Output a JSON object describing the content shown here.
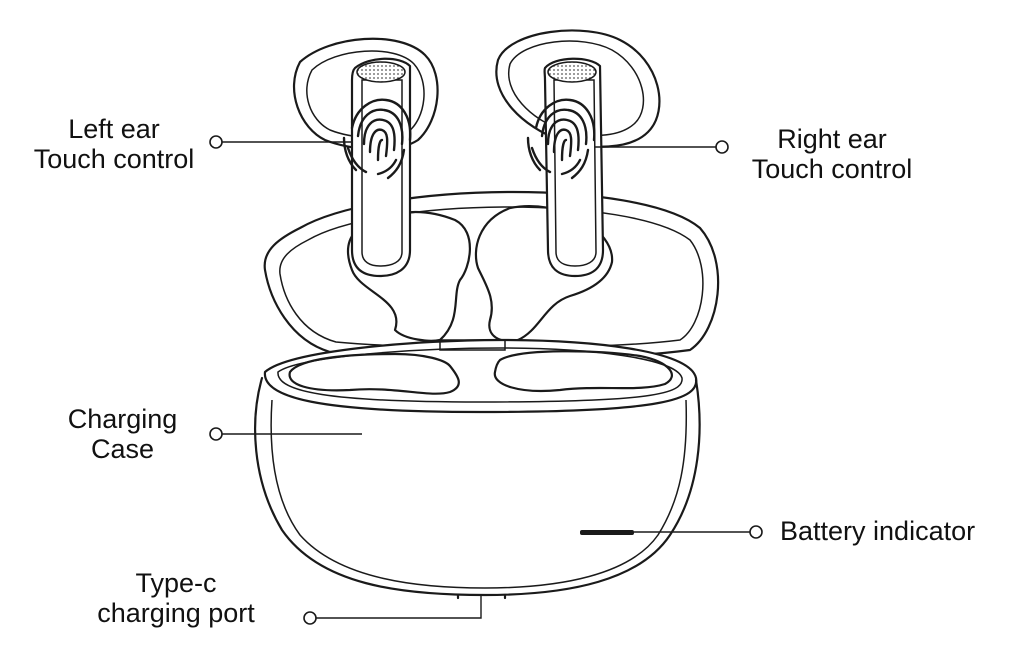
{
  "labels": {
    "left_ear": [
      "Left ear",
      "Touch control"
    ],
    "right_ear": [
      "Right ear",
      "Touch control"
    ],
    "charging_case": [
      "Charging",
      "Case"
    ],
    "battery_indicator": "Battery indicator",
    "type_c": [
      "Type-c",
      "charging port"
    ]
  },
  "colors": {
    "line": "#1a1a1a",
    "background": "#ffffff"
  }
}
